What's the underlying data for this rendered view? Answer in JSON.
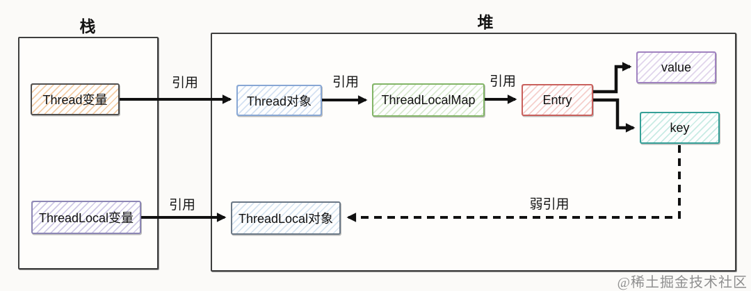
{
  "regions": {
    "stack": {
      "label": "栈"
    },
    "heap": {
      "label": "堆"
    }
  },
  "nodes": {
    "thread_var": {
      "label": "Thread变量",
      "border_color": "#4f4f4f",
      "hatch_color": "#f3cda6"
    },
    "threadlocal_var": {
      "label": "ThreadLocal变量",
      "border_color": "#8d87b5",
      "hatch_color": "#cfc9e6"
    },
    "thread_obj": {
      "label": "Thread对象",
      "border_color": "#88a7d4",
      "hatch_color": "#d3e1f2"
    },
    "threadlocal_map": {
      "label": "ThreadLocalMap",
      "border_color": "#82b566",
      "hatch_color": "#d9ead0"
    },
    "entry": {
      "label": "Entry",
      "border_color": "#c9605c",
      "hatch_color": "#f5cfcc"
    },
    "value": {
      "label": "value",
      "border_color": "#a082c0",
      "hatch_color": "#e0d5ec"
    },
    "key": {
      "label": "key",
      "border_color": "#35a098",
      "hatch_color": "#c8ebe4"
    },
    "threadlocal_obj": {
      "label": "ThreadLocal对象",
      "border_color": "#6b7886",
      "hatch_color": "#d6e4f0"
    }
  },
  "edge_labels": {
    "ref_thread_var_to_thread_obj": "引用",
    "ref_thread_obj_to_map": "引用",
    "ref_map_to_entry": "引用",
    "ref_threadlocal_var_to_obj": "引用",
    "weak_ref_key_to_threadlocal_obj": "弱引用"
  },
  "arrow_color": "#111111",
  "watermark": "@稀土掘金技术社区"
}
